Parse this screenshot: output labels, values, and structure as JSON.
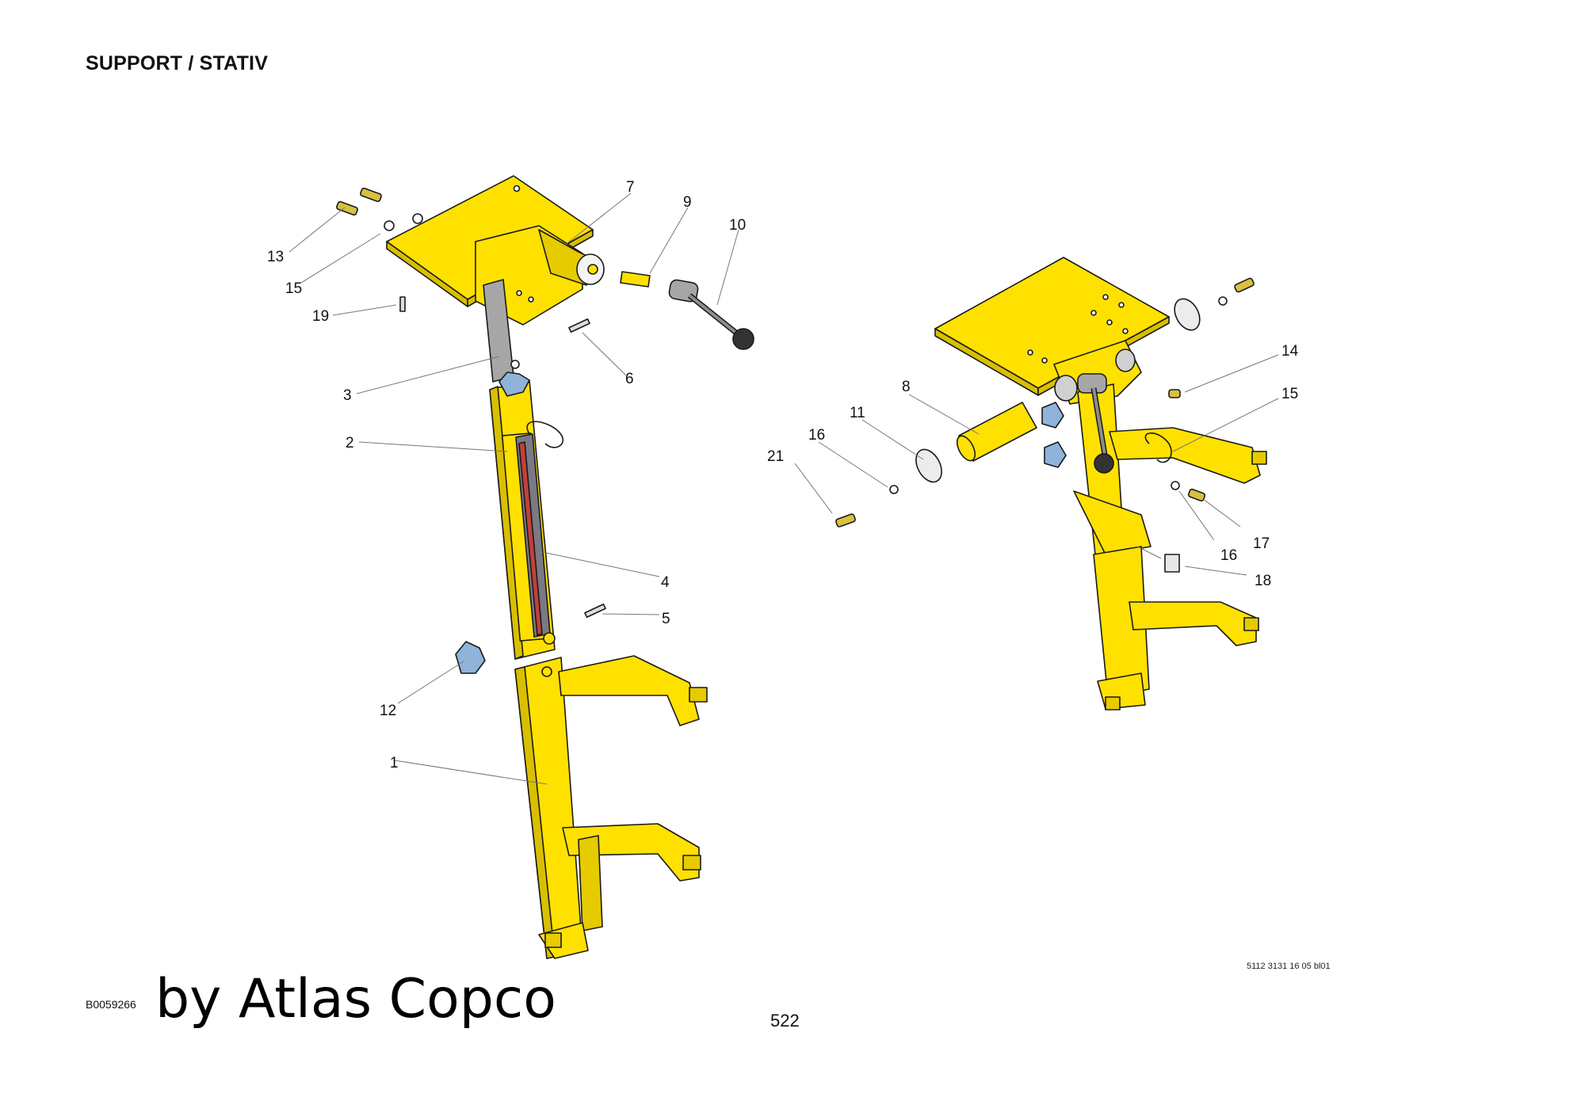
{
  "header": {
    "title": "SUPPORT / STATIV"
  },
  "footer": {
    "doc_code": "B0059266",
    "byline": "by Atlas Copco",
    "page_number": "522",
    "drawing_number": "5112 3131 16 05 bl01"
  },
  "left_assembly_callouts": [
    "1",
    "2",
    "3",
    "4",
    "5",
    "6",
    "7",
    "9",
    "10",
    "12",
    "13",
    "15",
    "19"
  ],
  "right_assembly_callouts": [
    "8",
    "11",
    "14",
    "15",
    "16",
    "17",
    "18",
    "21"
  ],
  "colors": {
    "part_yellow": "#ffe100",
    "outline": "#1a1a1a",
    "knob_blue": "#8fb3d9",
    "rod_gray": "#a6a6a6"
  }
}
